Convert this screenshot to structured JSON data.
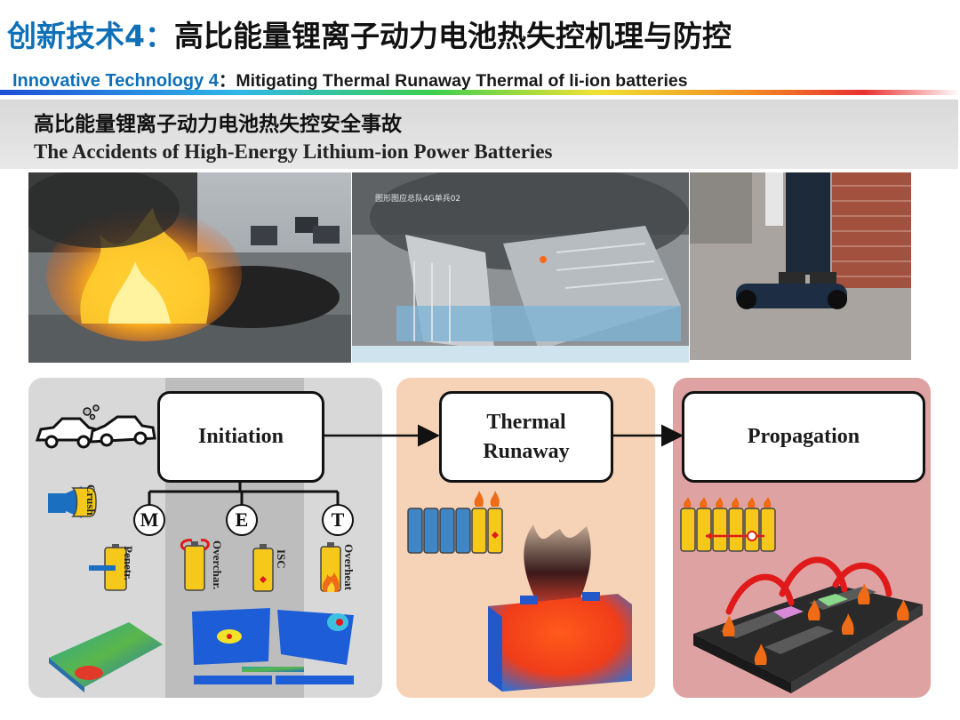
{
  "header": {
    "title_cn_lead": "创新技术4：",
    "title_cn_rest": "高比能量锂离子动力电池热失控机理与防控",
    "title_en_lead": "Innovative Technology 4",
    "title_en_sep": "：",
    "title_en_rest": "Mitigating Thermal Runaway Thermal  of li-ion batteries"
  },
  "section": {
    "title_cn": "高比能量锂离子动力电池热失控安全事故",
    "title_en": "The Accidents of High-Energy Lithium-ion Power Batteries"
  },
  "photos": {
    "bus_overlay": "图形图应总队4G单兵02"
  },
  "diagram": {
    "stage1": "Initiation",
    "stage2_line1": "Thermal",
    "stage2_line2": "Runaway",
    "stage3": "Propagation",
    "modes": [
      "M",
      "E",
      "T"
    ],
    "labels": {
      "crush": "Crush",
      "penetr": "Penetr.",
      "overchar": "Overchar.",
      "isc": "ISC",
      "overheat": "Overheat"
    }
  },
  "colors": {
    "accent_blue": "#0f6fb7",
    "panel_grey": "#d6d6d6",
    "panel_peach": "#f6d2b7",
    "panel_pink": "#dfa2a2",
    "cell_yellow": "#f6c81a",
    "cell_blue": "#3f86c7",
    "arrow_red": "#e01a1a"
  }
}
